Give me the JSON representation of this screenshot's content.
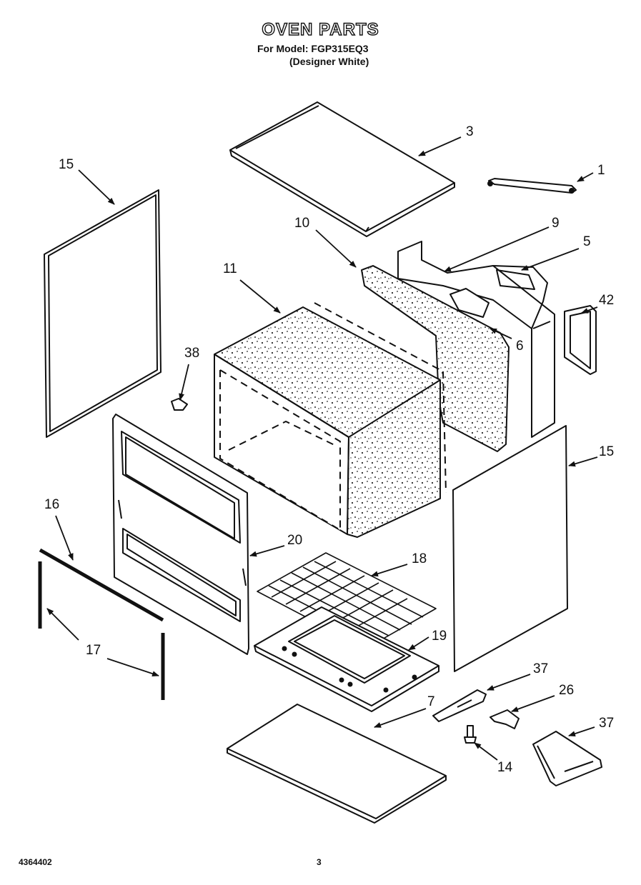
{
  "header": {
    "title": "OVEN PARTS",
    "model_line": "For Model: FGP315EQ3",
    "color_line": "(Designer White)"
  },
  "callouts": {
    "c1": "1",
    "c3": "3",
    "c5": "5",
    "c6": "6",
    "c7": "7",
    "c9": "9",
    "c10": "10",
    "c11": "11",
    "c14": "14",
    "c15_left": "15",
    "c15_right": "15",
    "c16": "16",
    "c17": "17",
    "c18": "18",
    "c19": "19",
    "c20": "20",
    "c26": "26",
    "c37_top": "37",
    "c37_bottom": "37",
    "c38": "38",
    "c42": "42"
  },
  "footer": {
    "doc_number": "4364402",
    "page_number": "3"
  }
}
